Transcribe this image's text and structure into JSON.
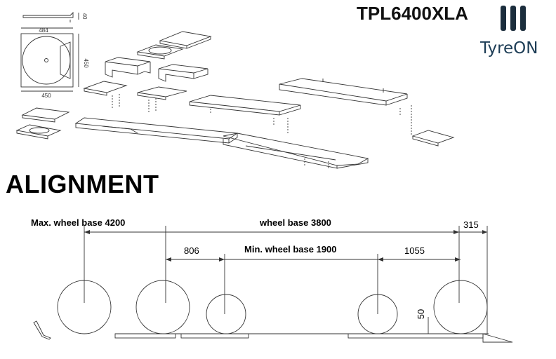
{
  "header": {
    "model": "TPL6400XLA",
    "brand": "TyreON"
  },
  "section_title": "ALIGNMENT",
  "turntable_dimensions": {
    "width_top": "484",
    "width_bottom": "450",
    "height": "450",
    "thickness": "40"
  },
  "dimensions": {
    "max_wheel_base": "Max. wheel base 4200",
    "wheel_base": "wheel base 3800",
    "min_wheel_base": "Min. wheel base 1900",
    "offset_left": "806",
    "offset_right": "1055",
    "rear_offset": "315",
    "ramp_height": "50"
  },
  "colors": {
    "brand": "#1d3d56",
    "line": "#333333"
  }
}
